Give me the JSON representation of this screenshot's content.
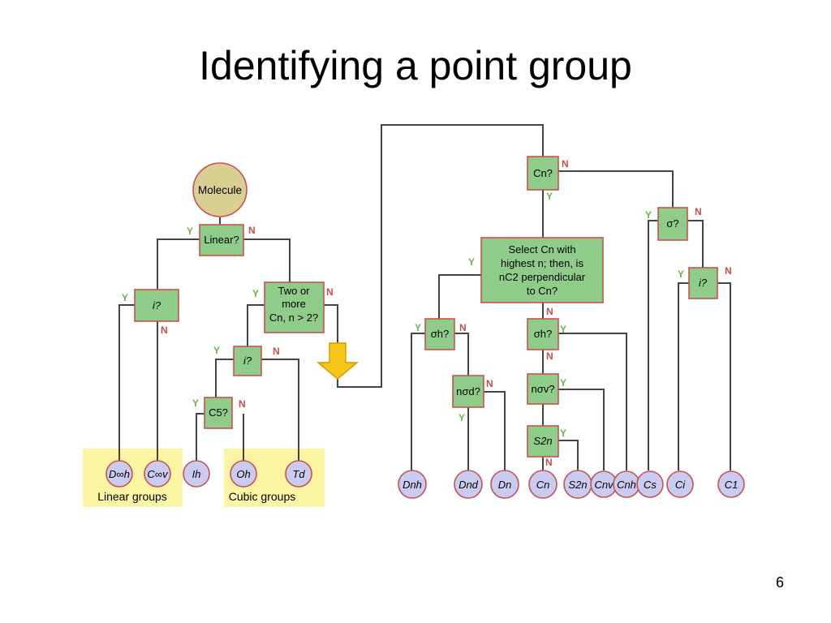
{
  "slide": {
    "title": "Identifying a point group",
    "page_number": "6"
  },
  "groups": {
    "linear": "Linear groups",
    "cubic": "Cubic groups"
  },
  "branch_labels": {
    "yes": "Y",
    "no": "N"
  },
  "nodes": {
    "molecule": "Molecule",
    "linear": "Linear?",
    "i_linear": "i?",
    "two_or_more": [
      "Two or",
      "more",
      "Cn, n > 2?"
    ],
    "i_cubic": "i?",
    "c5": "C5?",
    "cn": "Cn?",
    "select_cn": [
      "Select Cn with",
      "highest n; then, is",
      "nC2 perpendicular",
      "to Cn?"
    ],
    "sigma_h_left": "σh?",
    "n_sigma_d": "nσd?",
    "sigma_h_mid": "σh?",
    "n_sigma_v": "nσv?",
    "s2n": "S2n",
    "sigma": "σ?",
    "i_right": "i?"
  },
  "point_groups": [
    "D∞h",
    "C∞v",
    "Ih",
    "Oh",
    "Td",
    "Dnh",
    "Dnd",
    "Dn",
    "Cn",
    "S2n",
    "Cnv",
    "Cnh",
    "Cs",
    "Ci",
    "C1"
  ],
  "colors": {
    "question_box": "#8fcc8a",
    "box_border": "#c8524f",
    "leaf_circle": "#c9ccf0",
    "molecule_circle": "#d9cf92",
    "group_background": "#fbf5a3",
    "yes_label": "#6db33f",
    "no_label": "#c0504d",
    "arrow": "#f5c518"
  },
  "icons": {
    "arrow": "down-arrow-icon"
  }
}
